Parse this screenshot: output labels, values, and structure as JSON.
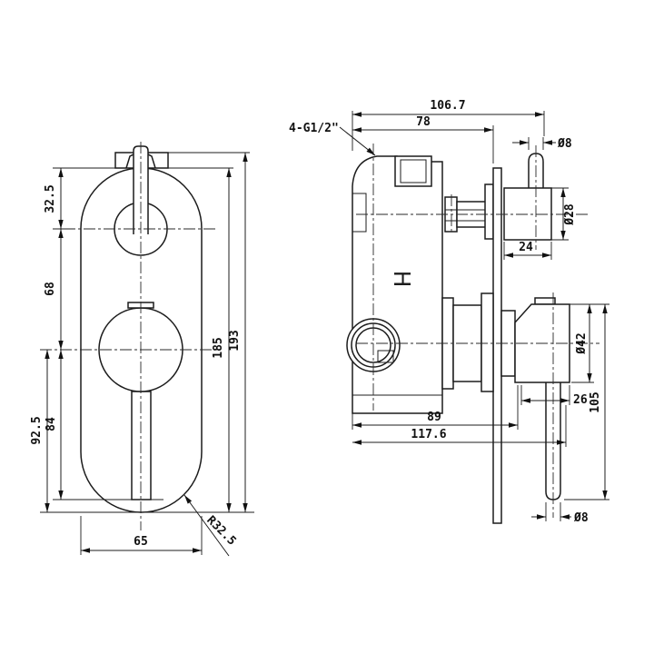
{
  "front": {
    "offset_32_5": "32.5",
    "spacing_68": "68",
    "half_92_5": "92.5",
    "lever_84": "84",
    "height_185": "185",
    "height_193": "193",
    "width_65": "65",
    "radius": "R32.5"
  },
  "side": {
    "total_106_7": "106.7",
    "body_78": "78",
    "thread": "4-G1/2\"",
    "stem_dia": "Ø8",
    "knob_dia": "Ø28",
    "knob_24": "24",
    "handle_dia": "Ø42",
    "handle_26": "26",
    "lever_105": "105",
    "span_89": "89",
    "span_117_6": "117.6",
    "lever_dia": "Ø8",
    "mark": "H"
  },
  "colors": {
    "background": "#ffffff",
    "line": "#1c1c1c"
  }
}
